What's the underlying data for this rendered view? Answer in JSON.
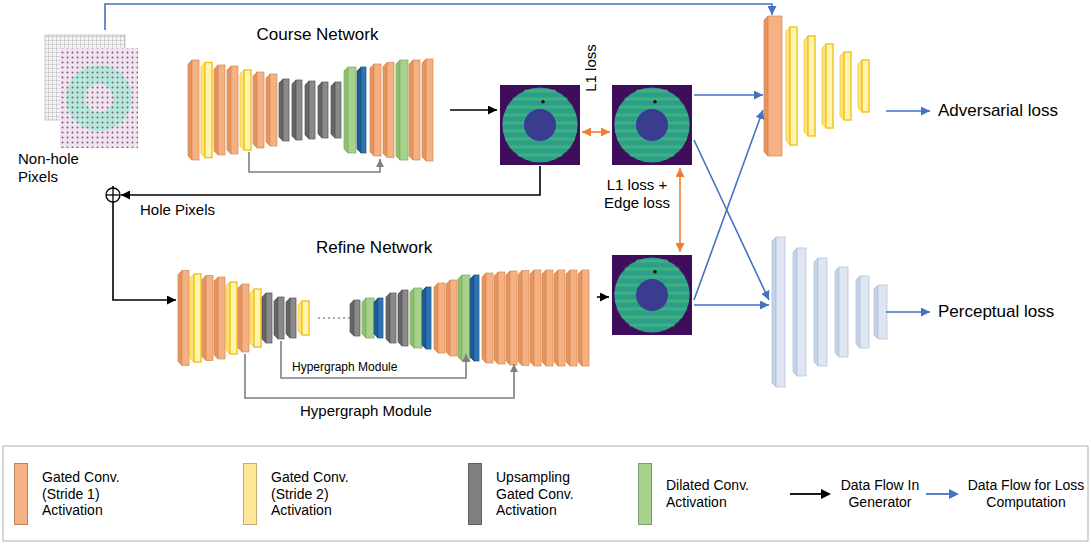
{
  "diagram": {
    "nodes": [
      {
        "text": [
          "Non-hole Pixels"
        ]
      },
      {
        "text": [
          "Course Network"
        ]
      },
      {
        "text": [
          "Refine Network"
        ]
      },
      {
        "text": [
          "Adversarial loss"
        ]
      },
      {
        "text": [
          "Perceptual loss"
        ]
      }
    ],
    "edges": [
      {
        "from": 0,
        "to": 2,
        "arrow": "to"
      },
      {
        "from": 0,
        "to": 3,
        "arrow": "to"
      }
    ],
    "labels": [
      "Hole Pixels",
      "L1 loss",
      "L1 loss + Edge loss",
      "Hypergraph Module",
      "Hypergraph Module"
    ],
    "legend": [
      {
        "text": "Gated Conv. (Stride 1) Activation",
        "color": "#f4b183"
      },
      {
        "text": "Gated Conv. (Stride 2) Activation",
        "color": "#ffe699"
      },
      {
        "text": "Upsampling Gated Conv. Activation",
        "color": "#808080"
      },
      {
        "text": "Dilated Conv. Activation",
        "color": "#a9d18e"
      },
      {
        "text": "Data Flow In Generator"
      },
      {
        "text": "Data Flow for Loss Computation"
      }
    ]
  }
}
